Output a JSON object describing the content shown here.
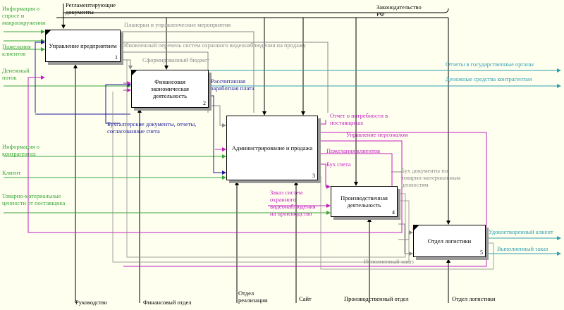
{
  "boxes": [
    {
      "title": "Управление предприятием",
      "num": "1"
    },
    {
      "title": "Финансовая\nэкономическая\nдеятельность",
      "num": "2"
    },
    {
      "title": "Администрирование и продажа",
      "num": "3"
    },
    {
      "title": "Производственная\nдеятельность",
      "num": "4"
    },
    {
      "title": "Отдел логистики",
      "num": "5"
    }
  ],
  "controls": {
    "regl": "Регламентирующие\nдокументы",
    "law": "Законодательство\nРФ"
  },
  "inputs": {
    "info_demand": "Информация о\nспросе и\nмакроокружении",
    "client_wishes": "Пожелания\nклиентов",
    "cash_flow": "Денежный\nпоток",
    "info_partners": "Информация о\nконтрагентах",
    "client": "Клиент",
    "tmc": "Товарно-материальные\nценности от поставщика"
  },
  "outputs": {
    "reports_gov": "Отчеты в государственные органы",
    "funds_partners": "Денежные средства контрагентам",
    "satisfied_client": "Удовлетворенный клиент",
    "completed_order": "Выполненный заказ"
  },
  "mechanisms": {
    "management": "Руководство",
    "finance_dept": "Финансовый отдел",
    "sales_dept": "Отдел\nреализации",
    "site": "Сайт",
    "production_dept": "Производственный отдел",
    "logistics_dept": "Отдел логистики"
  },
  "internal": {
    "meetings": "Планерки и управленческие мероприятия",
    "updated_list": "Обновленный перечень систем охранного видеонаблюдения на продажу",
    "budget": "Сформированный бюджет",
    "salary": "Рассчитанная\nзаработная плата",
    "accounting_docs": "Бухгалтерские документы, отчеты,\nсогласованные счета",
    "supplier_need": "Отчет о потребности в\nпоставщиках",
    "hr": "Управление персоналом",
    "client_wishes2": "Пожелания клиентов",
    "invoice": "Бух счета",
    "order": "Заказ систем\nохранного\nвидеонаблюдения\nна производство",
    "tmc_docs": "Бух документы по\nтоварно-материальным\nценностям",
    "done_order": "Исполненный заказ"
  },
  "colors": {
    "input": "#3aa63a",
    "output": "#2f9fb0",
    "feedback": "#8a8a8a",
    "finance": "#1a1a9a",
    "sales": "#c020c0",
    "control": "#000000"
  }
}
